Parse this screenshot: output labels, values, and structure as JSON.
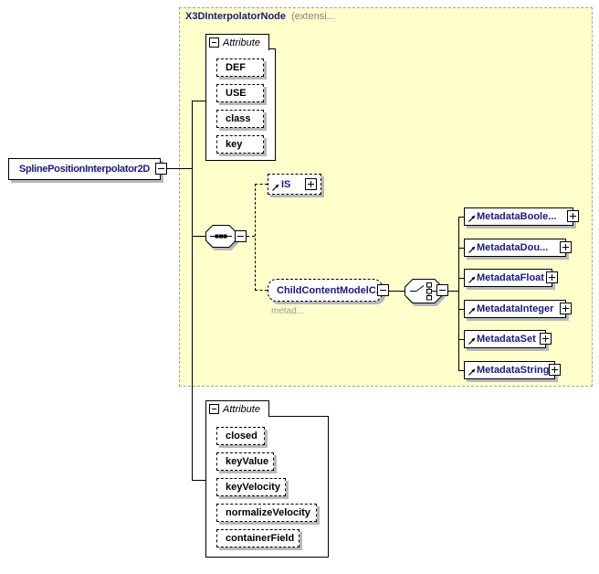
{
  "container": {
    "title_name": "X3DInterpolatorNode",
    "title_suffix": "(extensi..."
  },
  "main_element": {
    "label": "SplinePositionInterpolator2D"
  },
  "inherited_attributes": {
    "header": "Attribute",
    "rows": [
      {
        "label": "DEF"
      },
      {
        "label": "USE"
      },
      {
        "label": "class"
      },
      {
        "label": "key"
      }
    ]
  },
  "content_model": {
    "sequence_connector": "sequence",
    "is": {
      "label": "IS"
    },
    "child_content": {
      "label": "ChildContentModelC...",
      "annotation": "metad..."
    },
    "choice_connector": "choice",
    "metadata_options": [
      {
        "label": "MetadataBoole..."
      },
      {
        "label": "MetadataDou..."
      },
      {
        "label": "MetadataFloat"
      },
      {
        "label": "MetadataInteger"
      },
      {
        "label": "MetadataSet"
      },
      {
        "label": "MetadataString"
      }
    ]
  },
  "own_attributes": {
    "header": "Attribute",
    "rows": [
      {
        "label": "closed"
      },
      {
        "label": "keyValue"
      },
      {
        "label": "keyVelocity"
      },
      {
        "label": "normalizeVelocity"
      },
      {
        "label": "containerField"
      }
    ]
  },
  "colors": {
    "container_fill": "#FFFFCC",
    "container_border": "#A0A0A0",
    "element_text": "#19197B",
    "attribute_text": "#000000",
    "muted_text": "#808080",
    "annotation_text": "#9B9B8F",
    "shadow": "#B8B8B8",
    "line": "#000000"
  }
}
